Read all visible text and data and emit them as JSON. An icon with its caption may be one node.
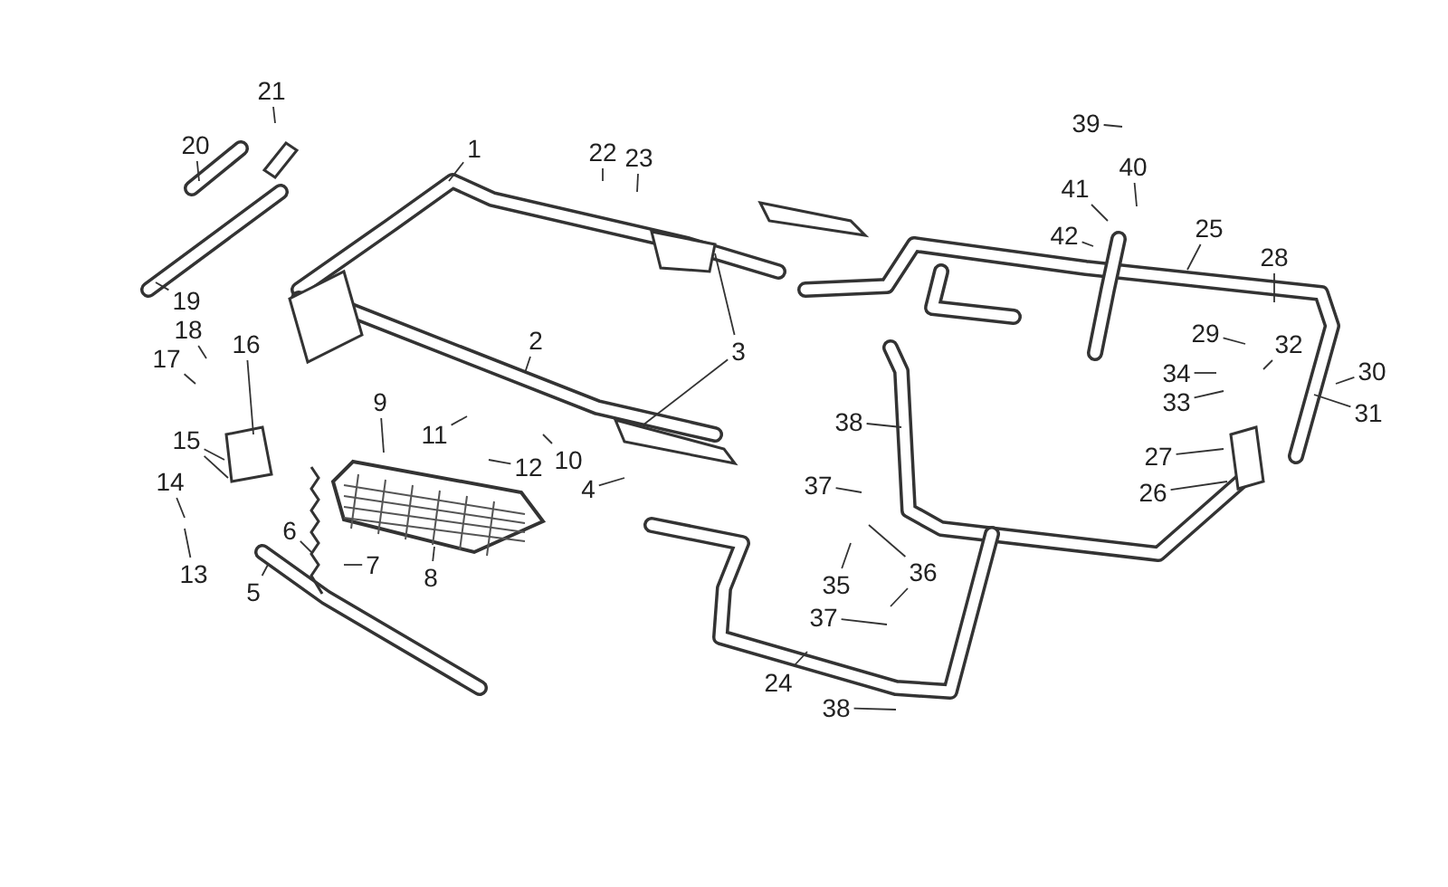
{
  "diagram": {
    "nodes": [
      {
        "text": [
          "1"
        ]
      },
      {
        "text": [
          "2"
        ]
      },
      {
        "text": [
          "3"
        ]
      },
      {
        "text": [
          "4"
        ]
      },
      {
        "text": [
          "5"
        ]
      },
      {
        "text": [
          "6"
        ]
      },
      {
        "text": [
          "7"
        ]
      },
      {
        "text": [
          "8"
        ]
      },
      {
        "text": [
          "9"
        ]
      },
      {
        "text": [
          "10"
        ]
      },
      {
        "text": [
          "11"
        ]
      },
      {
        "text": [
          "12"
        ]
      },
      {
        "text": [
          "13"
        ]
      },
      {
        "text": [
          "14"
        ]
      },
      {
        "text": [
          "15"
        ]
      },
      {
        "text": [
          "16"
        ]
      },
      {
        "text": [
          "17"
        ]
      },
      {
        "text": [
          "18"
        ]
      },
      {
        "text": [
          "19"
        ]
      },
      {
        "text": [
          "20"
        ]
      },
      {
        "text": [
          "21"
        ]
      },
      {
        "text": [
          "22"
        ]
      },
      {
        "text": [
          "23"
        ]
      },
      {
        "text": [
          "24"
        ]
      },
      {
        "text": [
          "25"
        ]
      },
      {
        "text": [
          "26"
        ]
      },
      {
        "text": [
          "27"
        ]
      },
      {
        "text": [
          "28"
        ]
      },
      {
        "text": [
          "29"
        ]
      },
      {
        "text": [
          "30"
        ]
      },
      {
        "text": [
          "31"
        ]
      },
      {
        "text": [
          "32"
        ]
      },
      {
        "text": [
          "33"
        ]
      },
      {
        "text": [
          "34"
        ]
      },
      {
        "text": [
          "35"
        ]
      },
      {
        "text": [
          "36"
        ]
      },
      {
        "text": [
          "37"
        ]
      },
      {
        "text": [
          "37"
        ]
      },
      {
        "text": [
          "38"
        ]
      },
      {
        "text": [
          "38"
        ]
      },
      {
        "text": [
          "39"
        ]
      },
      {
        "text": [
          "40"
        ]
      },
      {
        "text": [
          "41"
        ]
      },
      {
        "text": [
          "42"
        ]
      }
    ],
    "edges": [
      {
        "from": 0,
        "to": null,
        "arrow": "none"
      },
      {
        "from": 1,
        "to": null,
        "arrow": "none"
      },
      {
        "from": 2,
        "to": null,
        "arrow": "none"
      },
      {
        "from": 2,
        "to": null,
        "arrow": "none"
      },
      {
        "from": 3,
        "to": null,
        "arrow": "none"
      },
      {
        "from": 4,
        "to": null,
        "arrow": "none"
      },
      {
        "from": 5,
        "to": null,
        "arrow": "none"
      },
      {
        "from": 6,
        "to": null,
        "arrow": "none"
      },
      {
        "from": 7,
        "to": null,
        "arrow": "none"
      },
      {
        "from": 8,
        "to": null,
        "arrow": "none"
      },
      {
        "from": 9,
        "to": null,
        "arrow": "none"
      },
      {
        "from": 10,
        "to": null,
        "arrow": "none"
      },
      {
        "from": 11,
        "to": null,
        "arrow": "none"
      },
      {
        "from": 12,
        "to": null,
        "arrow": "none"
      },
      {
        "from": 13,
        "to": null,
        "arrow": "none"
      },
      {
        "from": 14,
        "to": null,
        "arrow": "none"
      },
      {
        "from": 14,
        "to": null,
        "arrow": "none"
      },
      {
        "from": 15,
        "to": null,
        "arrow": "none"
      },
      {
        "from": 16,
        "to": null,
        "arrow": "none"
      },
      {
        "from": 17,
        "to": null,
        "arrow": "none"
      },
      {
        "from": 18,
        "to": null,
        "arrow": "none"
      },
      {
        "from": 19,
        "to": null,
        "arrow": "none"
      },
      {
        "from": 20,
        "to": null,
        "arrow": "none"
      },
      {
        "from": 21,
        "to": null,
        "arrow": "none"
      },
      {
        "from": 22,
        "to": null,
        "arrow": "none"
      },
      {
        "from": 23,
        "to": null,
        "arrow": "none"
      },
      {
        "from": 24,
        "to": null,
        "arrow": "none"
      },
      {
        "from": 25,
        "to": null,
        "arrow": "none"
      },
      {
        "from": 26,
        "to": null,
        "arrow": "none"
      },
      {
        "from": 27,
        "to": null,
        "arrow": "none"
      },
      {
        "from": 28,
        "to": null,
        "arrow": "none"
      },
      {
        "from": 29,
        "to": null,
        "arrow": "none"
      },
      {
        "from": 30,
        "to": null,
        "arrow": "none"
      },
      {
        "from": 31,
        "to": null,
        "arrow": "none"
      },
      {
        "from": 32,
        "to": null,
        "arrow": "none"
      },
      {
        "from": 33,
        "to": null,
        "arrow": "none"
      },
      {
        "from": 34,
        "to": null,
        "arrow": "none"
      },
      {
        "from": 35,
        "to": null,
        "arrow": "none"
      },
      {
        "from": 35,
        "to": null,
        "arrow": "none"
      },
      {
        "from": 36,
        "to": null,
        "arrow": "none"
      },
      {
        "from": 37,
        "to": null,
        "arrow": "none"
      },
      {
        "from": 38,
        "to": null,
        "arrow": "none"
      },
      {
        "from": 39,
        "to": null,
        "arrow": "none"
      },
      {
        "from": 40,
        "to": null,
        "arrow": "none"
      },
      {
        "from": 41,
        "to": null,
        "arrow": "none"
      },
      {
        "from": 42,
        "to": null,
        "arrow": "none"
      },
      {
        "from": 43,
        "to": null,
        "arrow": "none"
      }
    ]
  }
}
